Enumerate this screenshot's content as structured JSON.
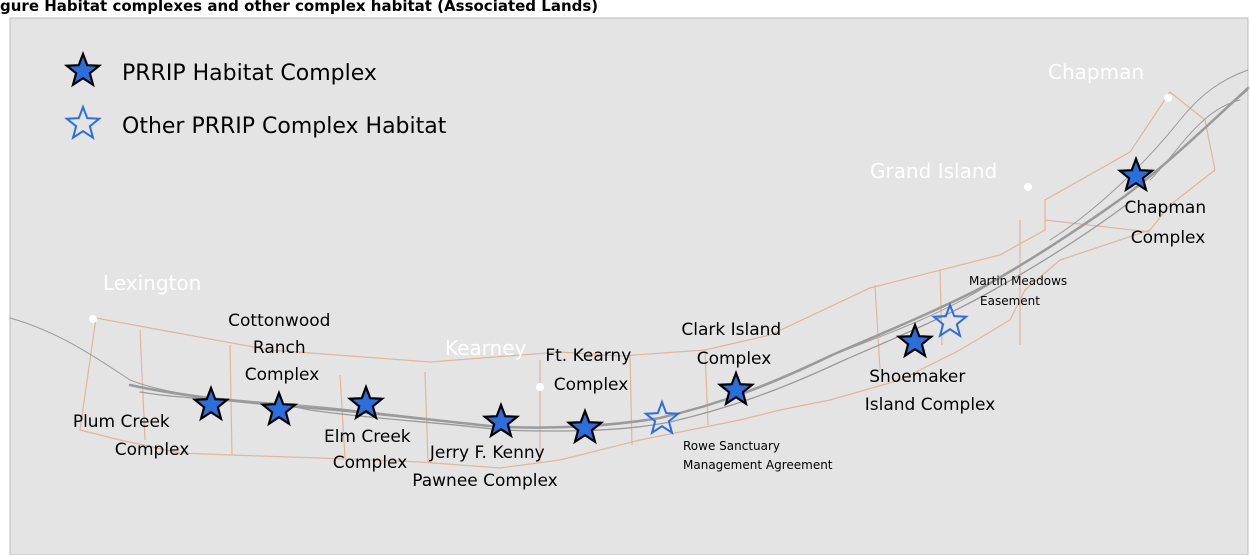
{
  "header_fragment": "gure  Habitat complexes and other complex habitat (Associated Lands)",
  "legend": {
    "items": [
      {
        "label": "PRRIP Habitat Complex",
        "icon": "filled-star-icon"
      },
      {
        "label": "Other PRRIP Complex Habitat",
        "icon": "outline-star-icon"
      }
    ]
  },
  "cities": [
    {
      "name": "Chapman"
    },
    {
      "name": "Grand Island"
    },
    {
      "name": "Lexington"
    },
    {
      "name": "Kearney"
    }
  ],
  "complexes": [
    {
      "id": "plum-creek",
      "lines": [
        "Plum Creek",
        "Complex"
      ],
      "type": "filled"
    },
    {
      "id": "cottonwood-ranch",
      "lines": [
        "Cottonwood",
        "Ranch",
        "Complex"
      ],
      "type": "filled"
    },
    {
      "id": "elm-creek",
      "lines": [
        "Elm Creek",
        "Complex"
      ],
      "type": "filled"
    },
    {
      "id": "jerry-f-kenny",
      "lines": [
        "Jerry F. Kenny",
        "Pawnee Complex"
      ],
      "type": "filled"
    },
    {
      "id": "ft-kearny",
      "lines": [
        "Ft. Kearny",
        "Complex"
      ],
      "type": "filled"
    },
    {
      "id": "rowe-sanctuary",
      "lines": [
        "Rowe Sanctuary",
        "Management Agreement"
      ],
      "type": "outline"
    },
    {
      "id": "clark-island",
      "lines": [
        "Clark Island",
        "Complex"
      ],
      "type": "filled"
    },
    {
      "id": "shoemaker-island",
      "lines": [
        "Shoemaker",
        "Island Complex"
      ],
      "type": "filled"
    },
    {
      "id": "martin-meadows",
      "lines": [
        "Martin Meadows",
        "Easement"
      ],
      "type": "outline"
    },
    {
      "id": "chapman",
      "lines": [
        "Chapman",
        "Complex"
      ],
      "type": "filled"
    }
  ],
  "colors": {
    "background": "#e4e4e4",
    "star_fill": "#2a6fdb",
    "star_outline": "#2a6fdb",
    "river": "#9a9a9a",
    "parcel": "#e2b49a",
    "city_label": "#ffffff",
    "text": "#000000"
  }
}
